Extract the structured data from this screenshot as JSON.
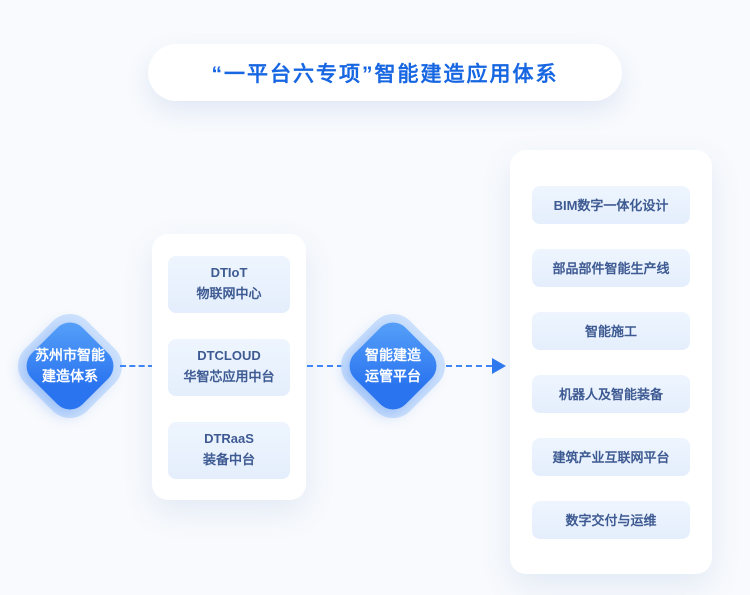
{
  "title": "“一平台六专项”智能建造应用体系",
  "left_node": {
    "line1": "苏州市智能",
    "line2": "建造体系"
  },
  "center_node": {
    "line1": "智能建造",
    "line2": "运管平台"
  },
  "middle_card": {
    "items": [
      {
        "en": "DTIoT",
        "zh": "物联网中心"
      },
      {
        "en": "DTCLOUD",
        "zh": "华智芯应用中台"
      },
      {
        "en": "DTRaaS",
        "zh": "装备中台"
      }
    ]
  },
  "right_card": {
    "items": [
      "BIM数字一体化设计",
      "部品部件智能生产线",
      "智能施工",
      "机器人及智能装备",
      "建筑产业互联网平台",
      "数字交付与运维"
    ]
  },
  "colors": {
    "accent": "#2a74f0",
    "title_text": "#1766e2",
    "chip_bg": "#e9f2fd",
    "chip_text": "#3e5a92",
    "background": "#f8fafd",
    "card_bg": "#ffffff"
  }
}
